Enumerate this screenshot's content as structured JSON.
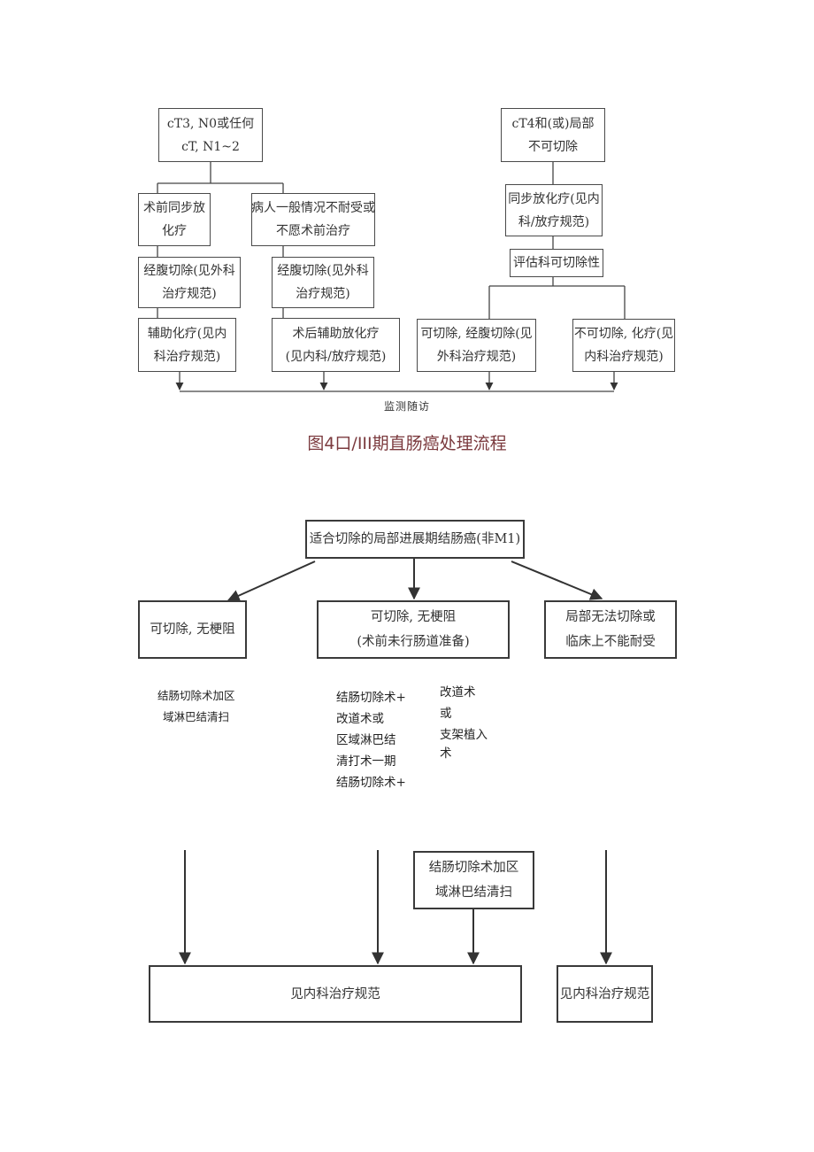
{
  "figure1": {
    "boxes": {
      "ct3": [
        "cT3, N0或任何",
        "cT, N1~2"
      ],
      "ct4": [
        "cT4和(或)局部",
        "不可切除"
      ],
      "preop_chemorad": [
        "术前同步放",
        "化疗"
      ],
      "intolerant": [
        "病人一般情况不耐受或",
        "不愿术前治疗"
      ],
      "concurrent": [
        "同步放化疗(见内",
        "科/放疗规范)"
      ],
      "resect_l": [
        "经腹切除(见外科",
        "治疗规范)"
      ],
      "resect_m": [
        "经腹切除(见外科",
        "治疗规范)"
      ],
      "evaluate": [
        "评估科可切除性"
      ],
      "adjuvant_chemo": [
        "辅助化疗(见内",
        "科治疗规范)"
      ],
      "postop_chemorad": [
        "术后辅助放化疗",
        "(见内科/放疗规范)"
      ],
      "resectable": [
        "可切除, 经腹切除(见",
        "外科治疗规范)"
      ],
      "unresectable": [
        "不可切除, 化疗(见",
        "内科治疗规范)"
      ]
    },
    "follow_up": "监测随访",
    "caption": "图4口/III期直肠癌处理流程"
  },
  "figure2": {
    "boxes": {
      "top": [
        "适合切除的局部进展期结肠癌(非M1)"
      ],
      "left": [
        "可切除, 无梗阻"
      ],
      "middle": [
        "可切除, 无梗阻",
        "(术前未行肠道准备)"
      ],
      "right": [
        "局部无法切除或",
        "临床上不能耐受"
      ],
      "colectomy": [
        "结肠切除术加区",
        "域淋巴结清扫"
      ],
      "bottom_left": [
        "见内科治疗规范"
      ],
      "bottom_right": [
        "见内科治疗规范"
      ]
    },
    "labels": {
      "left": [
        "结肠切除术加区",
        "域淋巴结清扫"
      ],
      "middle": [
        "结肠切除术+",
        "改道术或",
        "区域淋巴结",
        "清打术一期",
        "结肠切除术+"
      ],
      "right": [
        "改道术",
        "或",
        "支架植入",
        "术"
      ]
    }
  }
}
